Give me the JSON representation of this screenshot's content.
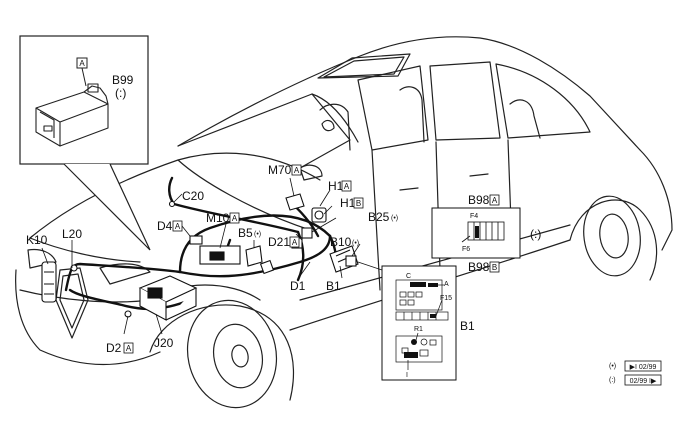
{
  "labels": {
    "B99": "B99",
    "B99_note": "(:)",
    "B99_box": "A",
    "C20": "C20",
    "M70": "M70",
    "M70_box": "A",
    "H1A": "H1",
    "H1A_box": "A",
    "H1B": "H1",
    "H1B_box": "B",
    "B25": "B25",
    "B25_note": "(•)",
    "B98A": "B98",
    "B98A_box": "A",
    "B98B": "B98",
    "B98B_box": "B",
    "B98_note": "(:)",
    "D4": "D4",
    "D4_box": "A",
    "M10": "M10",
    "M10_box": "A",
    "B5": "B5",
    "B5_note": "(•)",
    "D21": "D21",
    "D21_box": "A",
    "B10": "B10",
    "B10_note": "(•)",
    "K10": "K10",
    "L20": "L20",
    "D1": "D1",
    "B1_mid": "B1",
    "B1_right": "B1",
    "D2": "D2",
    "D2_box": "A",
    "J20": "J20",
    "F4": "F4",
    "F6": "F6",
    "C": "C",
    "A": "A",
    "F15": "F15",
    "R1": "R1",
    "I": "I"
  },
  "legend": {
    "row1_symbol": "(•)",
    "row1_badge": "▶I 02/99",
    "row2_symbol": "(:)",
    "row2_badge": "02/99 I▶"
  }
}
